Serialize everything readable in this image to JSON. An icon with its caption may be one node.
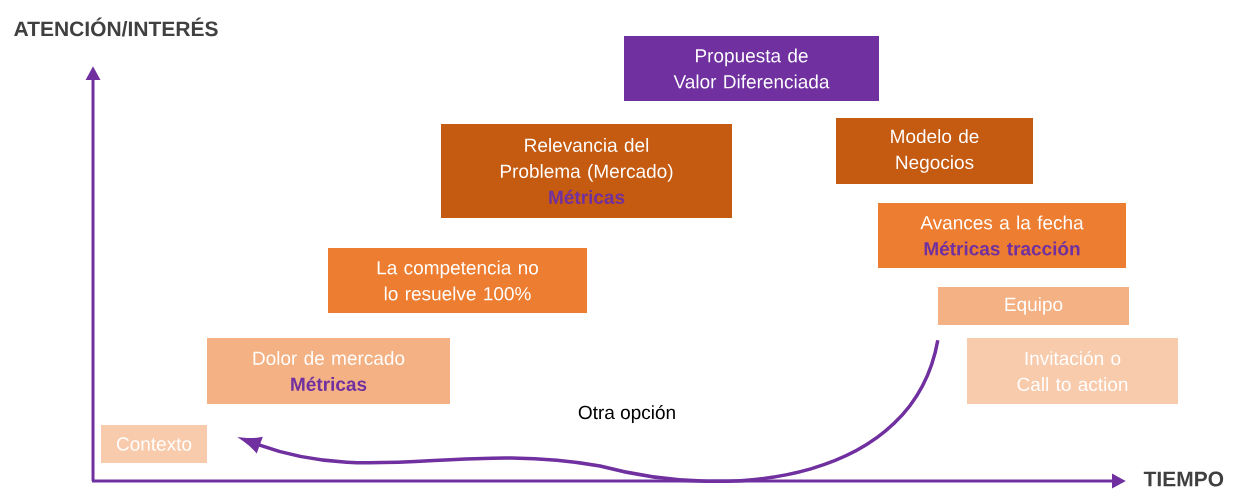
{
  "diagram": {
    "nodes": [
      {
        "text": [
          "Propuesta de Valor Diferenciada"
        ]
      },
      {
        "text": [
          "Relevancia del Problema (Mercado)",
          "Métricas"
        ]
      },
      {
        "text": [
          "Modelo de Negocios"
        ]
      },
      {
        "text": [
          "Avances a la fecha",
          "Métricas tracción"
        ]
      },
      {
        "text": [
          "La competencia no lo resuelve 100%"
        ]
      },
      {
        "text": [
          "Equipo"
        ]
      },
      {
        "text": [
          "Dolor de mercado",
          "Métricas"
        ]
      },
      {
        "text": [
          "Invitación o Call to action"
        ]
      },
      {
        "text": [
          "Contexto"
        ]
      }
    ],
    "edges": [
      {
        "from": 5,
        "to": 8,
        "arrow": "to",
        "label": "Otra opción"
      }
    ],
    "labels": [
      "ATENCIÓN/INTERÉS",
      "TIEMPO"
    ]
  }
}
